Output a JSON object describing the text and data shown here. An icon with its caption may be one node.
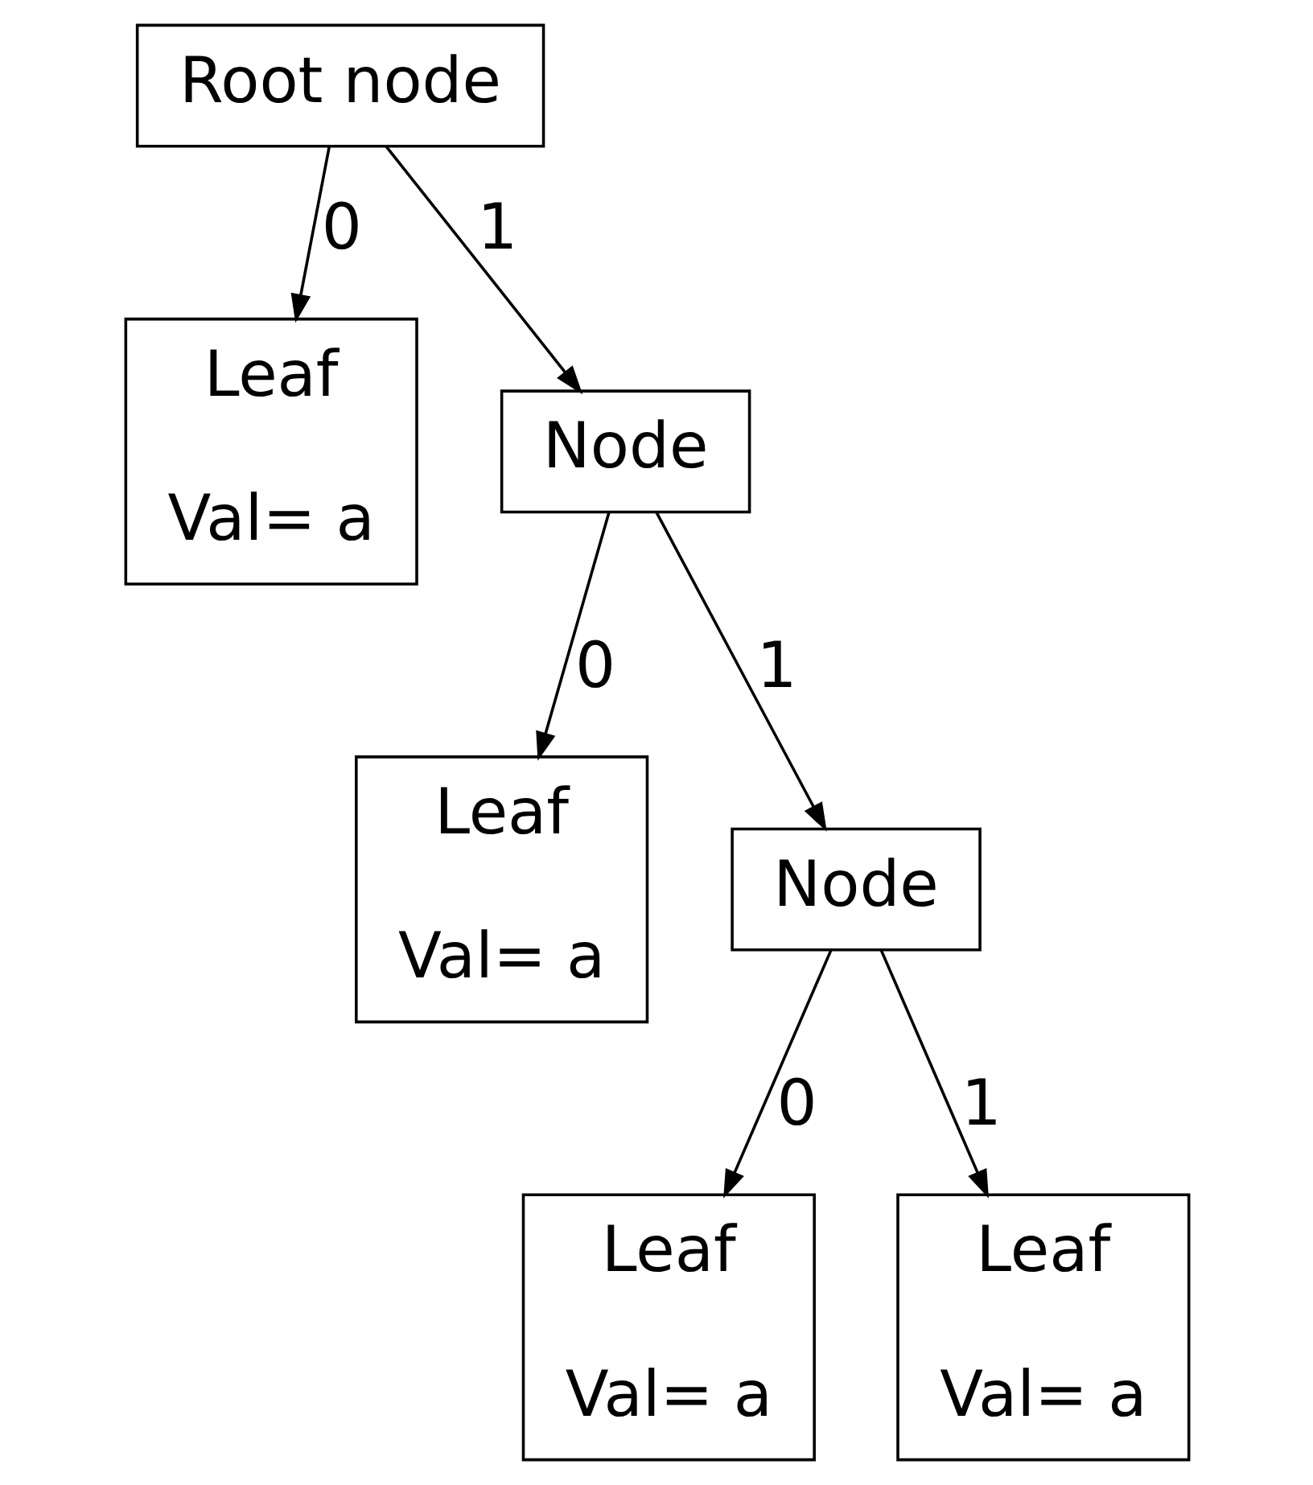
{
  "diagram": {
    "nodes": [
      {
        "text": [
          "Root node"
        ]
      },
      {
        "text": [
          "Leaf",
          "Val= a"
        ]
      },
      {
        "text": [
          "Node"
        ]
      },
      {
        "text": [
          "Leaf",
          "Val= a"
        ]
      },
      {
        "text": [
          "Node"
        ]
      },
      {
        "text": [
          "Leaf",
          "Val= a"
        ]
      },
      {
        "text": [
          "Leaf",
          "Val= a"
        ]
      }
    ],
    "edges": [
      {
        "from": 0,
        "to": 1,
        "arrow": "to",
        "label": "0"
      },
      {
        "from": 0,
        "to": 2,
        "arrow": "to",
        "label": "1"
      },
      {
        "from": 2,
        "to": 3,
        "arrow": "to",
        "label": "0"
      },
      {
        "from": 2,
        "to": 4,
        "arrow": "to",
        "label": "1"
      },
      {
        "from": 4,
        "to": 5,
        "arrow": "to",
        "label": "0"
      },
      {
        "from": 4,
        "to": 6,
        "arrow": "to",
        "label": "1"
      }
    ]
  }
}
